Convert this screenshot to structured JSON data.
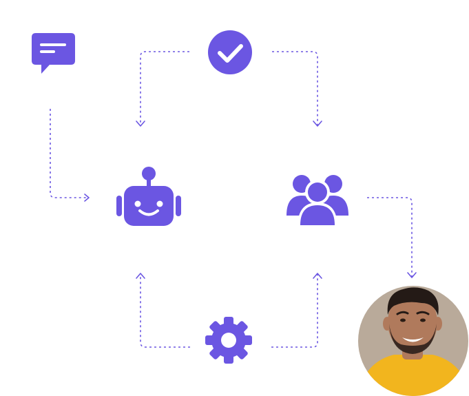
{
  "colors": {
    "accent": "#6b56e2",
    "background": "#ffffff",
    "avatar_skin": "#b07a5c",
    "avatar_shirt": "#f2b51e",
    "avatar_bg": "#b9aa9a",
    "avatar_hair": "#241a16"
  },
  "nodes": [
    {
      "id": "message",
      "icon": "chat-bubble-icon"
    },
    {
      "id": "approval",
      "icon": "check-circle-icon"
    },
    {
      "id": "bot",
      "icon": "robot-icon"
    },
    {
      "id": "team",
      "icon": "user-group-icon"
    },
    {
      "id": "settings",
      "icon": "gear-icon"
    },
    {
      "id": "customer",
      "icon": "avatar-photo"
    }
  ],
  "connections": [
    {
      "from": "message",
      "to": "bot"
    },
    {
      "from": "approval",
      "to": "bot"
    },
    {
      "from": "approval",
      "to": "team"
    },
    {
      "from": "team",
      "to": "customer"
    },
    {
      "from": "settings",
      "to": "bot"
    },
    {
      "from": "settings",
      "to": "team"
    }
  ]
}
